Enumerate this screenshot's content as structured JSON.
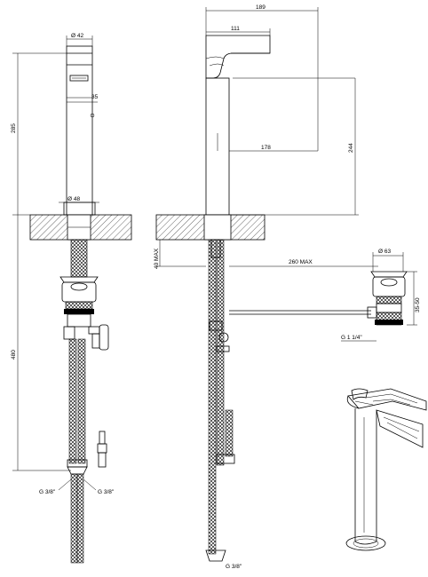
{
  "dimensions": {
    "front_top_diameter": "Ø 42",
    "front_height_285": "285",
    "front_35": "35",
    "front_diameter_48": "Ø 48",
    "front_480": "480",
    "side_189": "189",
    "side_111": "111",
    "side_178": "178",
    "side_244": "244",
    "side_40max": "40 MAX",
    "side_260max": "260 MAX",
    "waste_diameter_63": "Ø 63",
    "waste_35_50": "35-50",
    "waste_thread": "G 1 1/4\"",
    "hose_left_1": "G 3/8\"",
    "hose_left_2": "G 3/8\"",
    "hose_side": "G 3/8\""
  }
}
